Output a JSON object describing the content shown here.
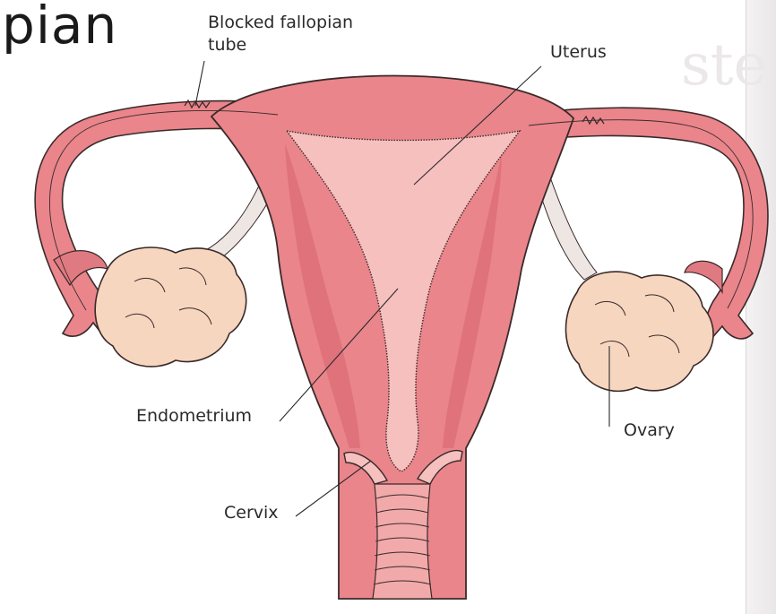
{
  "page": {
    "title": "pian"
  },
  "labels": {
    "blocked_line1": "Blocked fallopian",
    "blocked_line2": "tube",
    "uterus": "Uterus",
    "endometrium": "Endometrium",
    "cervix": "Cervix",
    "ovary": "Ovary"
  },
  "colors": {
    "tissue": "#e9858b",
    "tissue_dark": "#d7656d",
    "lining": "#f6c0bf",
    "ovary": "#f6d6bf",
    "outline": "#3a2a2a",
    "ligament": "#e6e0dc"
  }
}
